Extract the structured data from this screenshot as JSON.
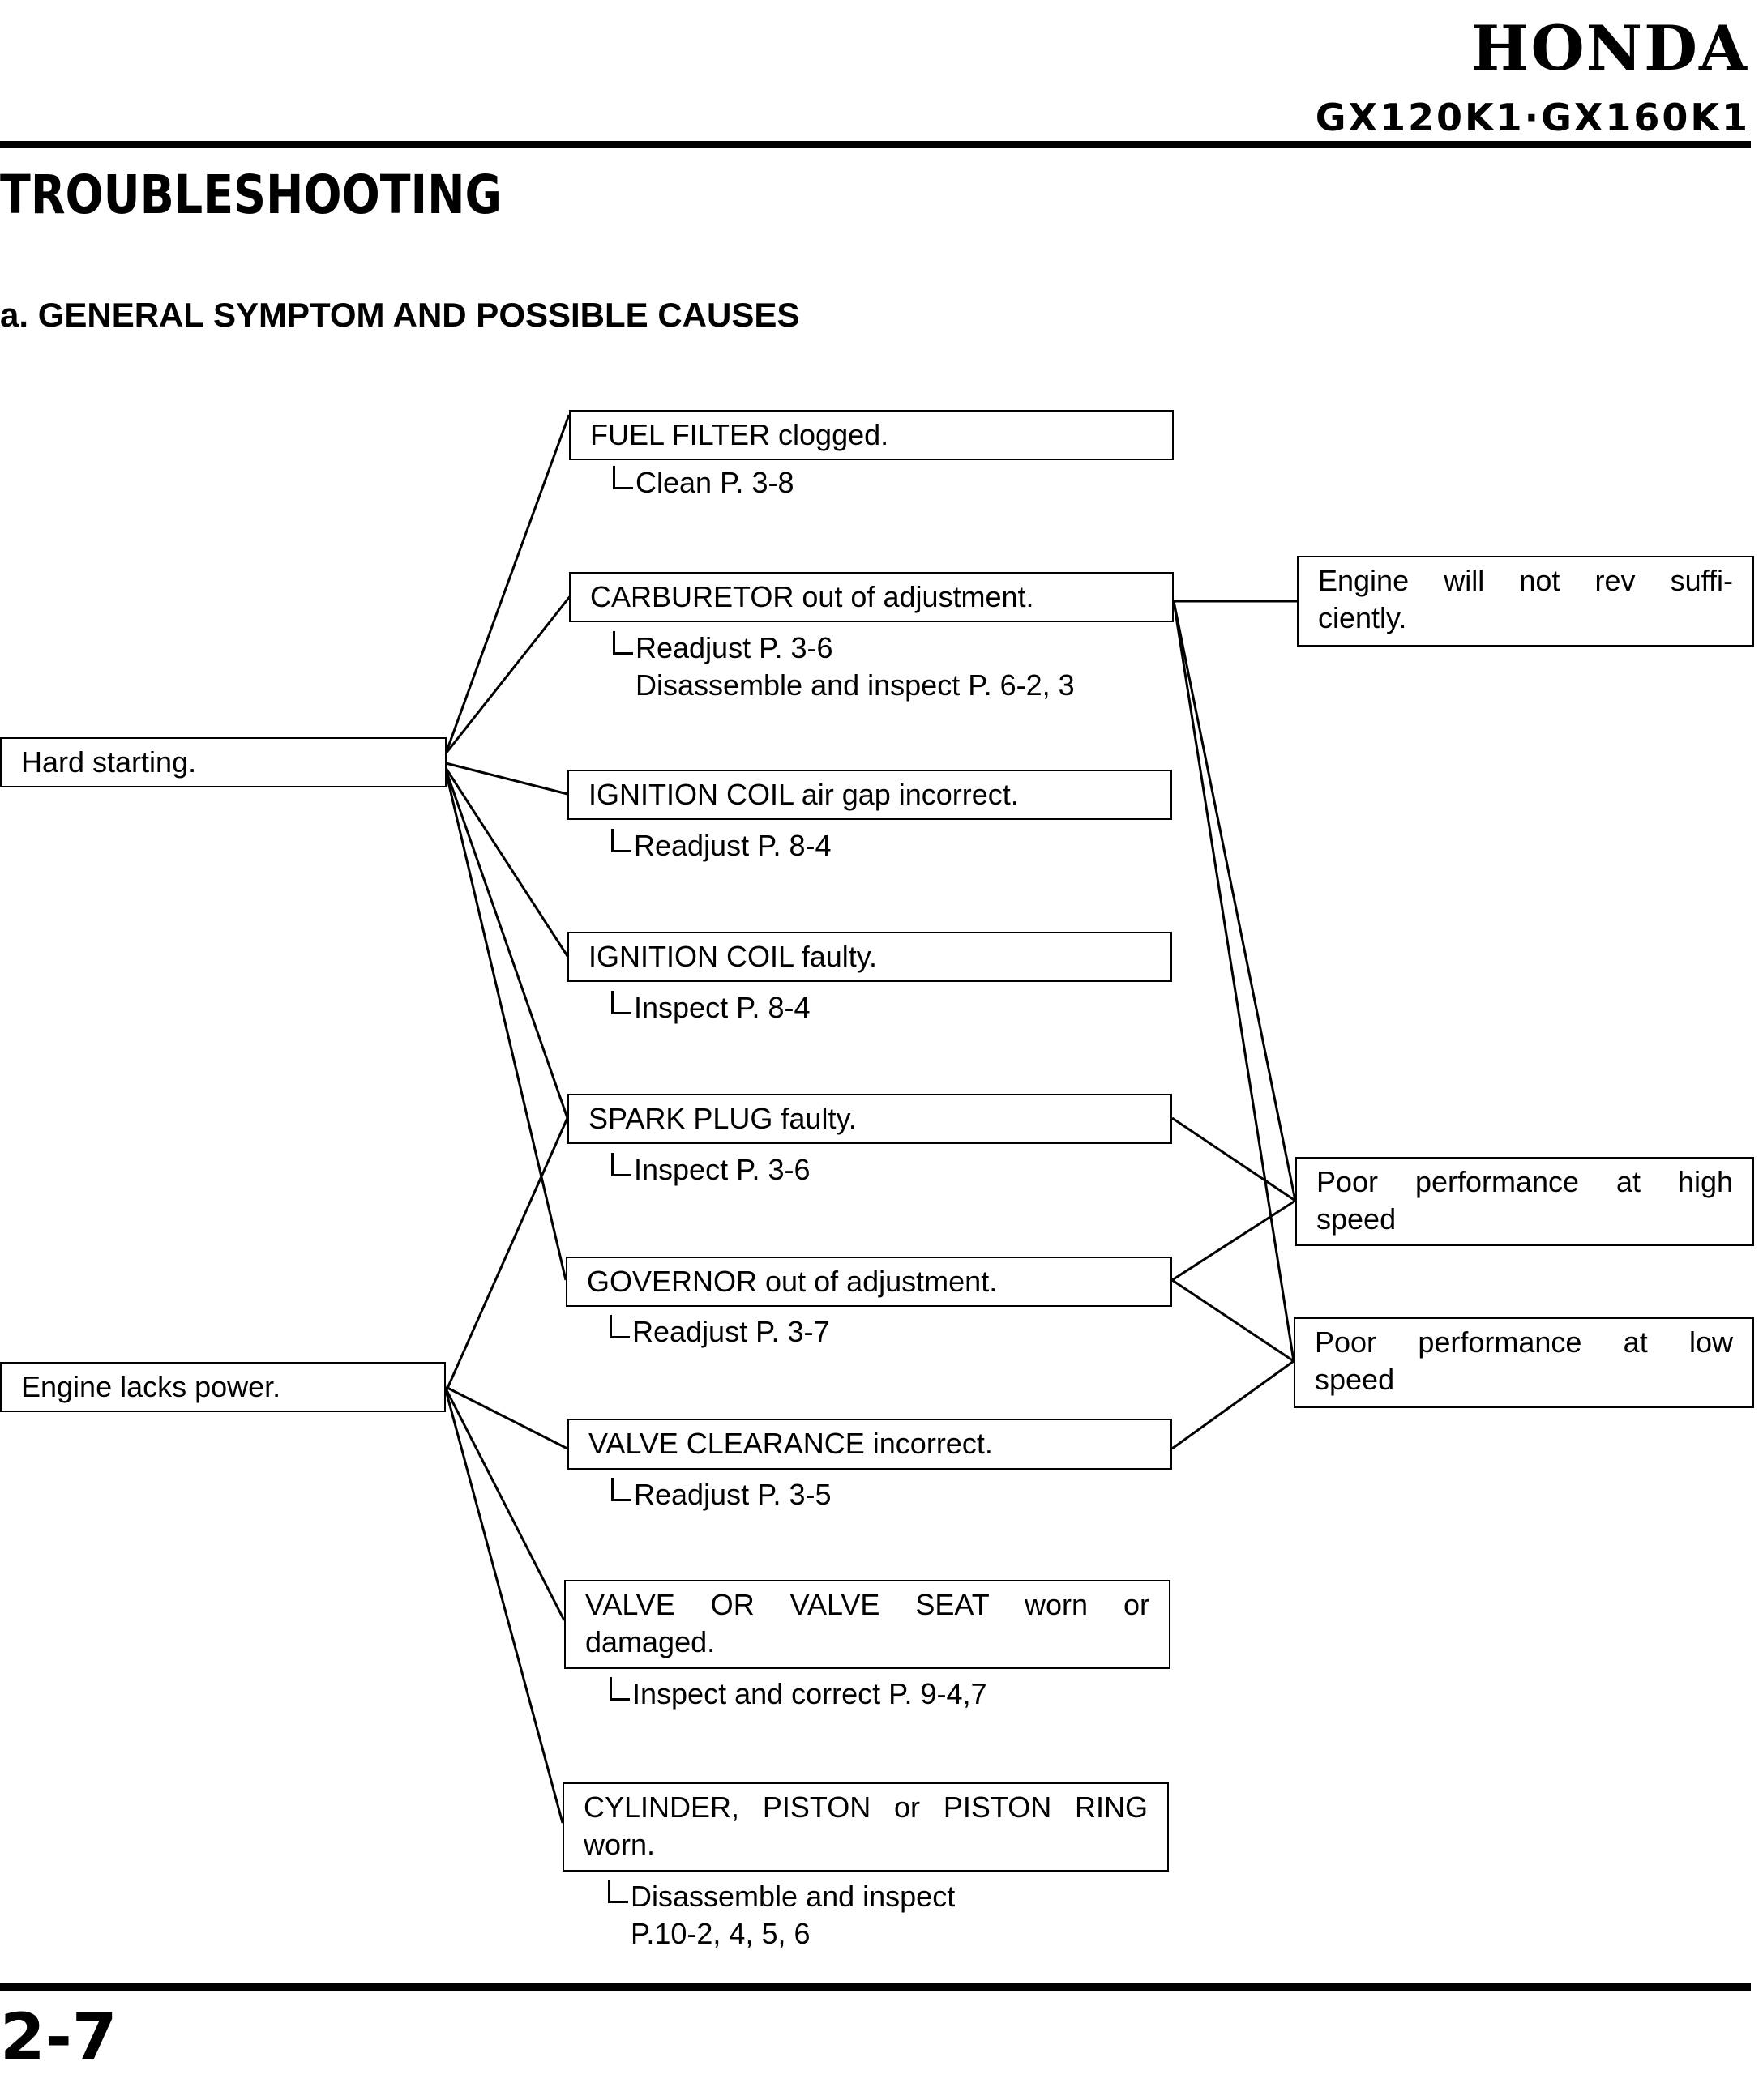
{
  "header": {
    "brand": "HONDA",
    "model": "GX120K1·GX160K1"
  },
  "page_title": "TROUBLESHOOTING",
  "section_title": "a. GENERAL SYMPTOM AND POSSIBLE CAUSES",
  "symptoms": {
    "hard_starting": "Hard starting.",
    "lacks_power": "Engine lacks power."
  },
  "causes": {
    "fuel_filter": {
      "label": "FUEL FILTER clogged.",
      "remedy": [
        "Clean P. 3-8"
      ]
    },
    "carburetor": {
      "label": "CARBURETOR out of adjustment.",
      "remedy": [
        "Readjust P. 3-6",
        "Disassemble and inspect P. 6-2, 3"
      ]
    },
    "ignition_gap": {
      "label": "IGNITION COIL air gap incorrect.",
      "remedy": [
        "Readjust P. 8-4"
      ]
    },
    "ignition_faulty": {
      "label": "IGNITION COIL faulty.",
      "remedy": [
        "Inspect P. 8-4"
      ]
    },
    "spark_plug": {
      "label": "SPARK PLUG faulty.",
      "remedy": [
        "Inspect P. 3-6"
      ]
    },
    "governor": {
      "label": "GOVERNOR out of adjustment.",
      "remedy": [
        "Readjust P. 3-7"
      ]
    },
    "valve_clearance": {
      "label": "VALVE CLEARANCE incorrect.",
      "remedy": [
        "Readjust P. 3-5"
      ]
    },
    "valve_seat": {
      "label_1": "VALVE OR VALVE SEAT worn or",
      "label_2": "damaged.",
      "remedy": [
        "Inspect and correct P. 9-4,7"
      ]
    },
    "cylinder": {
      "label_1": "CYLINDER, PISTON or PISTON RING",
      "label_2": "worn.",
      "remedy": [
        "Disassemble and inspect",
        "P.10-2, 4, 5, 6"
      ]
    }
  },
  "results": {
    "no_rev": {
      "line_1": "Engine will not rev suffi-",
      "line_2": "ciently."
    },
    "high_speed": {
      "line_1": "Poor performance at high",
      "line_2": "speed"
    },
    "low_speed": {
      "line_1": "Poor performance at low",
      "line_2": "speed"
    }
  },
  "footer": {
    "page_number": "2-7"
  }
}
